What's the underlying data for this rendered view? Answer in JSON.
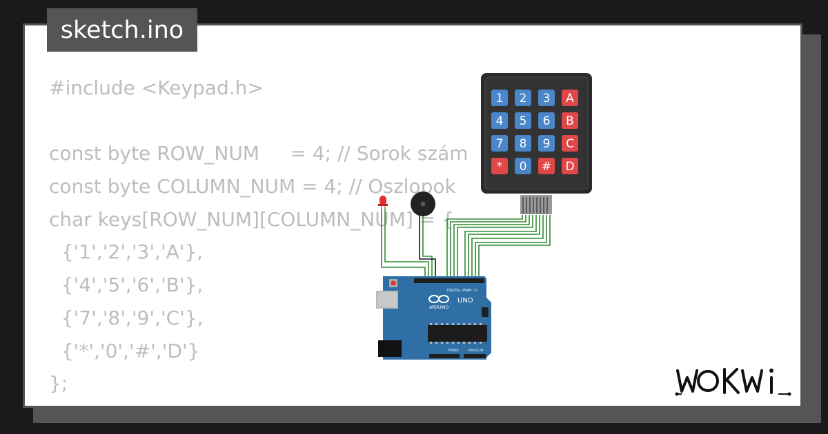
{
  "file_tab": {
    "label": "sketch.ino"
  },
  "code_lines": [
    "#include <Keypad.h>",
    "",
    "const byte ROW_NUM     = 4; // Sorok szám",
    "const byte COLUMN_NUM = 4; // Oszlopok",
    "char keys[ROW_NUM][COLUMN_NUM] = {",
    "  {'1','2','3','A'},",
    "  {'4','5','6','B'},",
    "  {'7','8','9','C'},",
    "  {'*','0','#','D'}",
    "};"
  ],
  "keypad": {
    "keys": [
      [
        "1",
        "2",
        "3",
        "A"
      ],
      [
        "4",
        "5",
        "6",
        "B"
      ],
      [
        "7",
        "8",
        "9",
        "C"
      ],
      [
        "*",
        "0",
        "#",
        "D"
      ]
    ],
    "digit_color": "#4a86c9",
    "letter_color": "#e04848"
  },
  "arduino": {
    "brand": "ARDUINO",
    "model": "UNO",
    "digital_label": "DIGITAL (PWM ~)",
    "power_label": "POWER",
    "analog_label": "ANALOG IN",
    "board_color": "#2f6fa6"
  },
  "components": {
    "led_color": "#e03030",
    "buzzer_color": "#222222",
    "wire_color": "#2e8b2e"
  },
  "logo": {
    "text": "WOKWi"
  },
  "colors": {
    "background": "#1a1a1a",
    "card": "#ffffff",
    "tab": "#555555",
    "code_text": "#bdbdbd"
  }
}
